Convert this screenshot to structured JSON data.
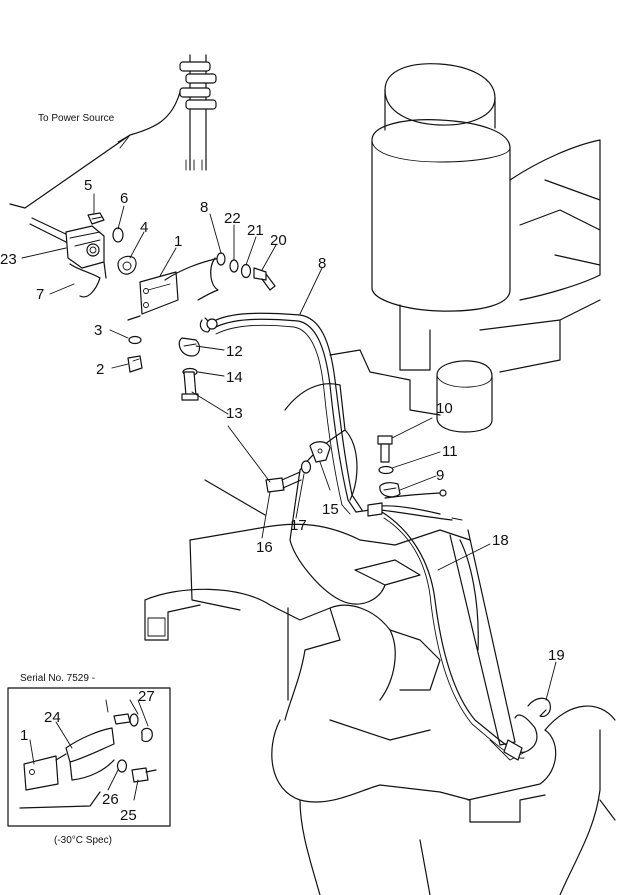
{
  "labels": {
    "power_source": "To Power Source",
    "serial": "Serial No. 7529 -",
    "spec": "(-30°C Spec)"
  },
  "callouts": {
    "c1": "1",
    "c2": "2",
    "c3": "3",
    "c4": "4",
    "c5": "5",
    "c6": "6",
    "c7": "7",
    "c8a": "8",
    "c8b": "8",
    "c9": "9",
    "c10": "10",
    "c11": "11",
    "c12": "12",
    "c13": "13",
    "c14": "14",
    "c15": "15",
    "c16": "16",
    "c17": "17",
    "c18": "18",
    "c19": "19",
    "c20": "20",
    "c21": "21",
    "c22": "22",
    "c23": "23",
    "i1": "1",
    "i24": "24",
    "i25": "25",
    "i26": "26",
    "i27": "27"
  }
}
